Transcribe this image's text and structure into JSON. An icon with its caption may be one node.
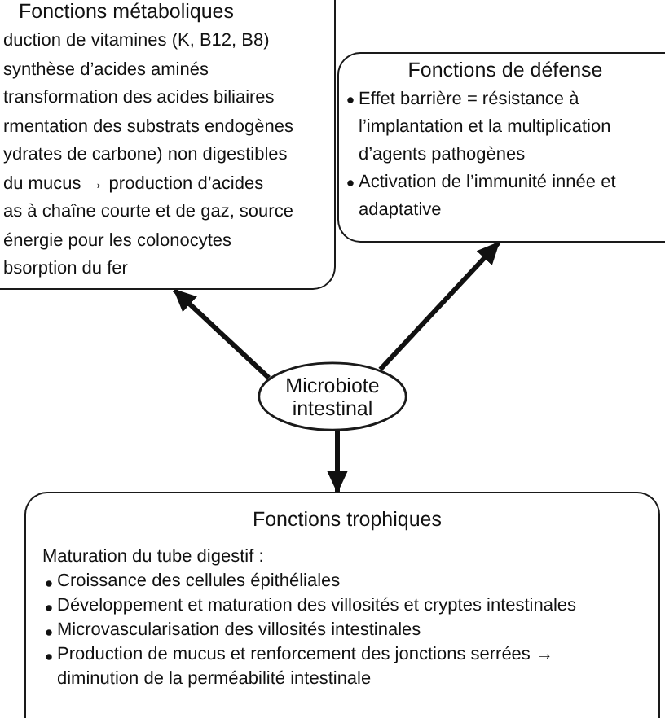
{
  "diagram": {
    "nodes": [
      {
        "text": [
          "Fonctions métaboliques",
          "duction de vitamines (K, B12, B8)",
          "synthèse d’acides aminés",
          "transformation des acides biliaires",
          "rmentation des substrats endogènes",
          "ydrates de carbone) non digestibles",
          "du mucus → production d’acides",
          "as à chaîne courte et de gaz, source",
          "énergie pour les colonocytes",
          "bsorption du fer"
        ]
      },
      {
        "text": [
          "Fonctions de défense",
          "Effet barrière = résistance à l’implantation et la multiplication d’agents pathogènes",
          "Activation de l’immunité innée et adaptative"
        ]
      },
      {
        "text": [
          "Microbiote intestinal"
        ]
      },
      {
        "text": [
          "Fonctions trophiques",
          "Maturation du tube digestif :",
          "Croissance des cellules épithéliales",
          "Développement et maturation des villosités et cryptes intestinales",
          "Microvascularisation des villosités intestinales",
          "Production de mucus et renforcement des jonctions serrées → diminution de la perméabilité intestinale"
        ]
      }
    ],
    "edges": [
      {
        "from": 2,
        "to": 0,
        "arrow": "to"
      },
      {
        "from": 2,
        "to": 1,
        "arrow": "to"
      },
      {
        "from": 2,
        "to": 3,
        "arrow": "to"
      }
    ]
  }
}
